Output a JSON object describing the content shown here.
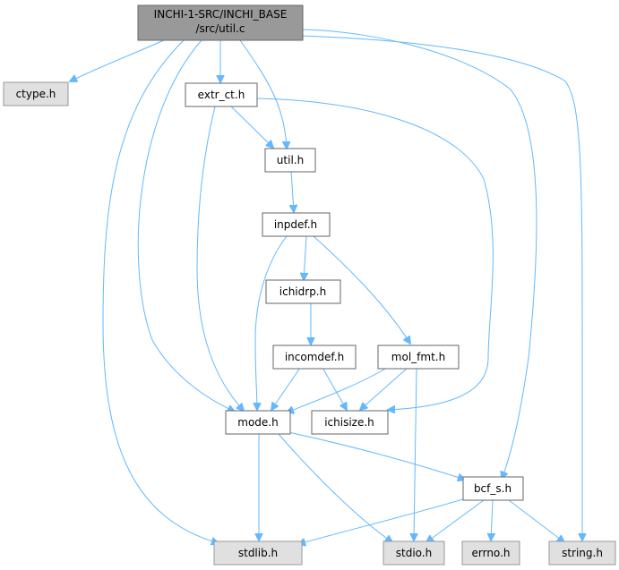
{
  "colors": {
    "edge": "#63b8ff",
    "root_fill": "#999999",
    "root_stroke": "#666666",
    "system_fill": "#e0e0e0",
    "system_stroke": "#999999",
    "local_fill": "#ffffff",
    "local_stroke": "#666666"
  },
  "nodes": [
    {
      "id": "root",
      "kind": "root",
      "lines": [
        "INCHI-1-SRC/INCHI_BASE",
        "/src/util.c"
      ]
    },
    {
      "id": "ctype",
      "kind": "system",
      "lines": [
        "ctype.h"
      ]
    },
    {
      "id": "extr_ct",
      "kind": "local",
      "lines": [
        "extr_ct.h"
      ]
    },
    {
      "id": "util_h",
      "kind": "local",
      "lines": [
        "util.h"
      ]
    },
    {
      "id": "inpdef",
      "kind": "local",
      "lines": [
        "inpdef.h"
      ]
    },
    {
      "id": "ichidrp",
      "kind": "local",
      "lines": [
        "ichidrp.h"
      ]
    },
    {
      "id": "incomdef",
      "kind": "local",
      "lines": [
        "incomdef.h"
      ]
    },
    {
      "id": "mol_fmt",
      "kind": "local",
      "lines": [
        "mol_fmt.h"
      ]
    },
    {
      "id": "mode",
      "kind": "local",
      "lines": [
        "mode.h"
      ]
    },
    {
      "id": "ichisize",
      "kind": "local",
      "lines": [
        "ichisize.h"
      ]
    },
    {
      "id": "bcf_s",
      "kind": "local",
      "lines": [
        "bcf_s.h"
      ]
    },
    {
      "id": "stdlib",
      "kind": "system",
      "lines": [
        "stdlib.h"
      ]
    },
    {
      "id": "stdio",
      "kind": "system",
      "lines": [
        "stdio.h"
      ]
    },
    {
      "id": "errno",
      "kind": "system",
      "lines": [
        "errno.h"
      ]
    },
    {
      "id": "string",
      "kind": "system",
      "lines": [
        "string.h"
      ]
    }
  ],
  "edges": [
    {
      "from": "root",
      "to": "ctype"
    },
    {
      "from": "root",
      "to": "extr_ct"
    },
    {
      "from": "root",
      "to": "util_h"
    },
    {
      "from": "root",
      "to": "mode"
    },
    {
      "from": "root",
      "to": "stdlib"
    },
    {
      "from": "root",
      "to": "bcf_s"
    },
    {
      "from": "root",
      "to": "string"
    },
    {
      "from": "extr_ct",
      "to": "util_h"
    },
    {
      "from": "extr_ct",
      "to": "mode"
    },
    {
      "from": "extr_ct",
      "to": "ichisize"
    },
    {
      "from": "util_h",
      "to": "inpdef"
    },
    {
      "from": "inpdef",
      "to": "ichidrp"
    },
    {
      "from": "inpdef",
      "to": "mol_fmt"
    },
    {
      "from": "inpdef",
      "to": "mode"
    },
    {
      "from": "ichidrp",
      "to": "incomdef"
    },
    {
      "from": "incomdef",
      "to": "mode"
    },
    {
      "from": "incomdef",
      "to": "ichisize"
    },
    {
      "from": "mol_fmt",
      "to": "mode"
    },
    {
      "from": "mol_fmt",
      "to": "ichisize"
    },
    {
      "from": "mol_fmt",
      "to": "stdio"
    },
    {
      "from": "mode",
      "to": "bcf_s"
    },
    {
      "from": "mode",
      "to": "stdlib"
    },
    {
      "from": "mode",
      "to": "stdio"
    },
    {
      "from": "bcf_s",
      "to": "stdlib"
    },
    {
      "from": "bcf_s",
      "to": "stdio"
    },
    {
      "from": "bcf_s",
      "to": "errno"
    },
    {
      "from": "bcf_s",
      "to": "string"
    }
  ]
}
